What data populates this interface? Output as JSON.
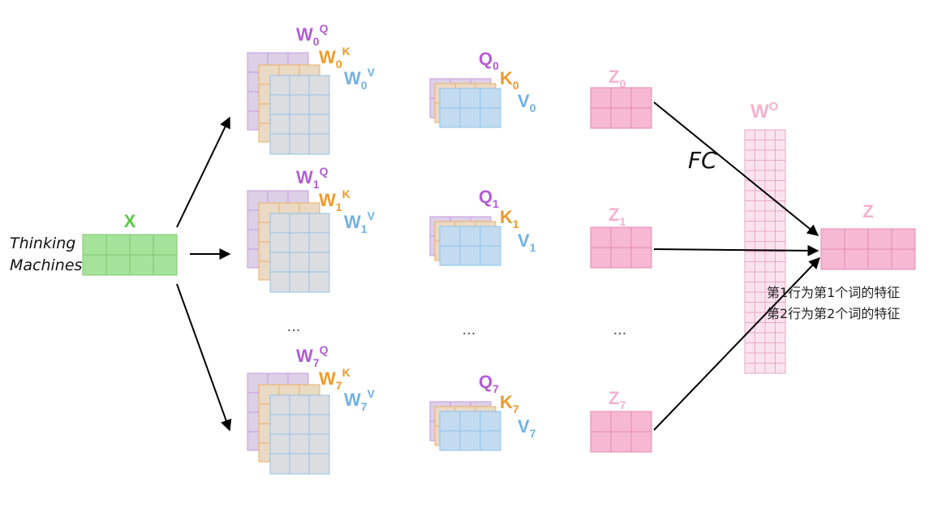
{
  "input": {
    "x_label": "X",
    "words_line1": "Thinking",
    "words_line2": "Machines"
  },
  "heads": [
    {
      "wq": {
        "base": "W",
        "sub": "0",
        "sup": "Q"
      },
      "wk": {
        "base": "W",
        "sub": "0",
        "sup": "K"
      },
      "wv": {
        "base": "W",
        "sub": "0",
        "sup": "V"
      },
      "q": {
        "base": "Q",
        "sub": "0"
      },
      "k": {
        "base": "K",
        "sub": "0"
      },
      "v": {
        "base": "V",
        "sub": "0"
      },
      "z": {
        "base": "Z",
        "sub": "0"
      }
    },
    {
      "wq": {
        "base": "W",
        "sub": "1",
        "sup": "Q"
      },
      "wk": {
        "base": "W",
        "sub": "1",
        "sup": "K"
      },
      "wv": {
        "base": "W",
        "sub": "1",
        "sup": "V"
      },
      "q": {
        "base": "Q",
        "sub": "1"
      },
      "k": {
        "base": "K",
        "sub": "1"
      },
      "v": {
        "base": "V",
        "sub": "1"
      },
      "z": {
        "base": "Z",
        "sub": "1"
      }
    },
    {
      "wq": {
        "base": "W",
        "sub": "7",
        "sup": "Q"
      },
      "wk": {
        "base": "W",
        "sub": "7",
        "sup": "K"
      },
      "wv": {
        "base": "W",
        "sub": "7",
        "sup": "V"
      },
      "q": {
        "base": "Q",
        "sub": "7"
      },
      "k": {
        "base": "K",
        "sub": "7"
      },
      "v": {
        "base": "V",
        "sub": "7"
      },
      "z": {
        "base": "Z",
        "sub": "7"
      }
    }
  ],
  "ellipsis": "...",
  "output": {
    "wo": {
      "base": "W",
      "sup": "O"
    },
    "fc_label": "FC",
    "z_label": "Z",
    "note_line1": "第1行为第1个词的特征",
    "note_line2": "第2行为第2个词的特征"
  },
  "colors": {
    "purple": "#b35cd6",
    "orange": "#ef9a2a",
    "blue": "#6fb2e6",
    "green": "#5cc84a",
    "pink": "#f0a8c8",
    "pink_text": "#f5b1cf"
  }
}
